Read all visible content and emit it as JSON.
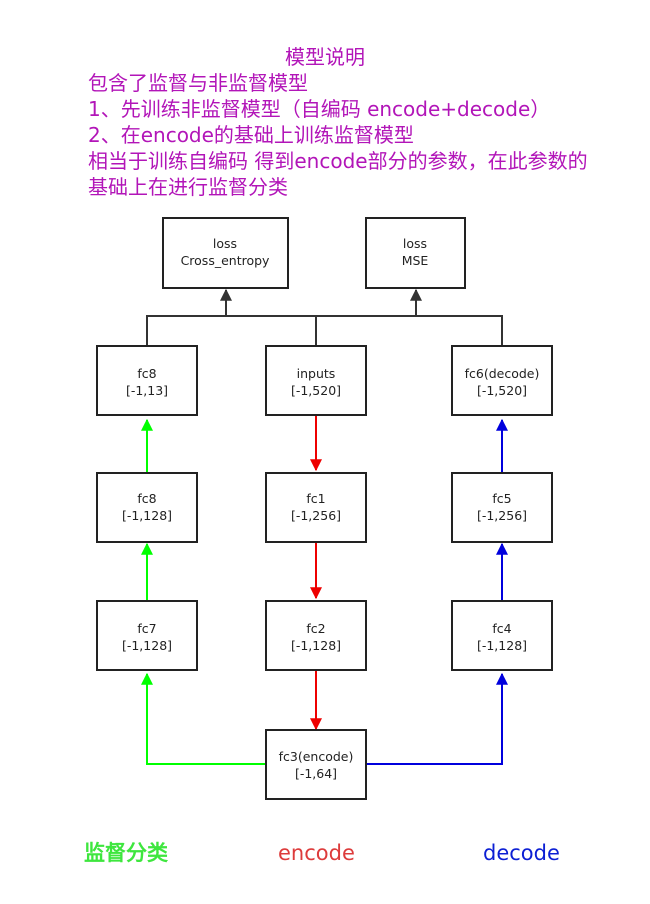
{
  "title": "模型说明",
  "notes": [
    "包含了监督与非监督模型",
    "1、先训练非监督模型（自编码 encode+decode）",
    "2、在encode的基础上训练监督模型",
    "相当于训练自编码 得到encode部分的参数，在此参数的",
    "基础上在进行监督分类"
  ],
  "nodes": {
    "loss_ce": {
      "name": "loss",
      "shape": "Cross_entropy"
    },
    "loss_mse": {
      "name": "loss",
      "shape": "MSE"
    },
    "fc8_top": {
      "name": "fc8",
      "shape": "[-1,13]"
    },
    "inputs": {
      "name": "inputs",
      "shape": "[-1,520]"
    },
    "fc6": {
      "name": "fc6(decode)",
      "shape": "[-1,520]"
    },
    "fc8_mid": {
      "name": "fc8",
      "shape": "[-1,128]"
    },
    "fc1": {
      "name": "fc1",
      "shape": "[-1,256]"
    },
    "fc5": {
      "name": "fc5",
      "shape": "[-1,256]"
    },
    "fc7": {
      "name": "fc7",
      "shape": "[-1,128]"
    },
    "fc2": {
      "name": "fc2",
      "shape": "[-1,128]"
    },
    "fc4": {
      "name": "fc4",
      "shape": "[-1,128]"
    },
    "fc3": {
      "name": "fc3(encode)",
      "shape": "[-1,64]"
    }
  },
  "legend": {
    "supervised": "监督分类",
    "encode": "encode",
    "decode": "decode"
  },
  "colors": {
    "title_text": "#b215b8",
    "supervised": "#00ff00",
    "encode": "#ee0000",
    "decode": "#0000dd",
    "connector": "#333333"
  }
}
